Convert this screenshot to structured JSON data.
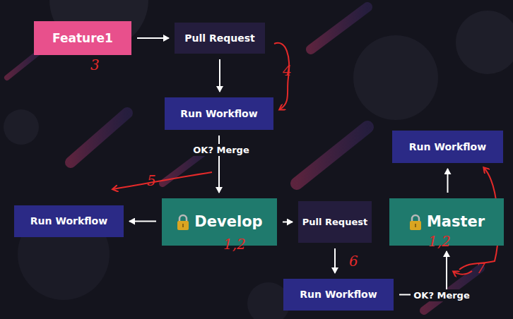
{
  "diagram": {
    "nodes": [
      {
        "text": [
          "Feature1"
        ]
      },
      {
        "text": [
          "Pull Request"
        ]
      },
      {
        "text": [
          "Run Workflow"
        ]
      },
      {
        "text": [
          "Run Workflow"
        ]
      },
      {
        "text": [
          "Run Workflow"
        ]
      },
      {
        "text": [
          "Develop"
        ]
      },
      {
        "text": [
          "Pull Request"
        ]
      },
      {
        "text": [
          "Master"
        ]
      },
      {
        "text": [
          "Run Workflow"
        ]
      }
    ],
    "edges": [
      {
        "from": 0,
        "to": 1,
        "arrow": "to"
      },
      {
        "from": 1,
        "to": 2,
        "arrow": "to"
      },
      {
        "from": 2,
        "to": 5,
        "label": "OK? Merge",
        "arrow": "to"
      },
      {
        "from": 5,
        "to": 4,
        "arrow": "to"
      },
      {
        "from": 5,
        "to": 6,
        "arrow": "to"
      },
      {
        "from": 6,
        "to": 8,
        "arrow": "to"
      },
      {
        "from": 8,
        "to": 7,
        "label": "OK? Merge",
        "arrow": "to"
      },
      {
        "from": 7,
        "to": 3,
        "arrow": "to"
      }
    ],
    "labels": [
      "3",
      "4",
      "5",
      "1,2",
      "1,2",
      "6",
      "7"
    ]
  }
}
